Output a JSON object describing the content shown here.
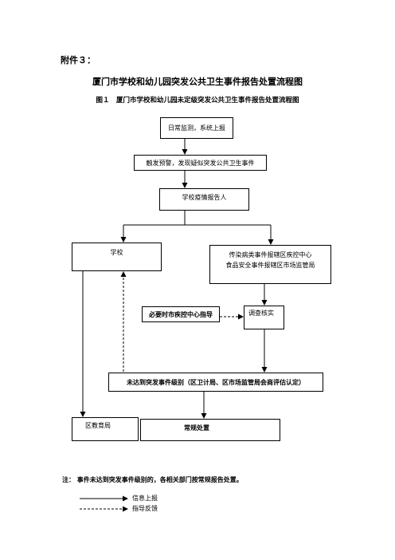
{
  "attachment": "附件３：",
  "title": "厦门市学校和幼儿园突发公共卫生事件报告处置流程图",
  "figure_title": "图１　厦门市学校和幼儿园未定级突发公共卫生事件报告处置流程图",
  "nodes": {
    "daily_monitoring": "日常监测，系统上报",
    "trigger_warning": "触发预警，发现疑似突发公共卫生事件",
    "school_reporter": "学校疫情报告人",
    "school": "学校",
    "report_line1": "传染病类事件报辖区疾控中心",
    "report_line2": "食品安全事件报辖区市场监管局",
    "cdc_guidance": "必要时市疾控中心指导",
    "investigation": "调查核实",
    "not_reached": "未达到突发事件级别（区卫计局、区市场监管局会商评估认定）",
    "district_edu": "区教育局",
    "routine": "常规处置"
  },
  "note": "注：  事件未达到突发事件级别的，各相关部门按常规报告处置。",
  "legend": {
    "report": "信息上报",
    "feedback": "指导反馈"
  }
}
